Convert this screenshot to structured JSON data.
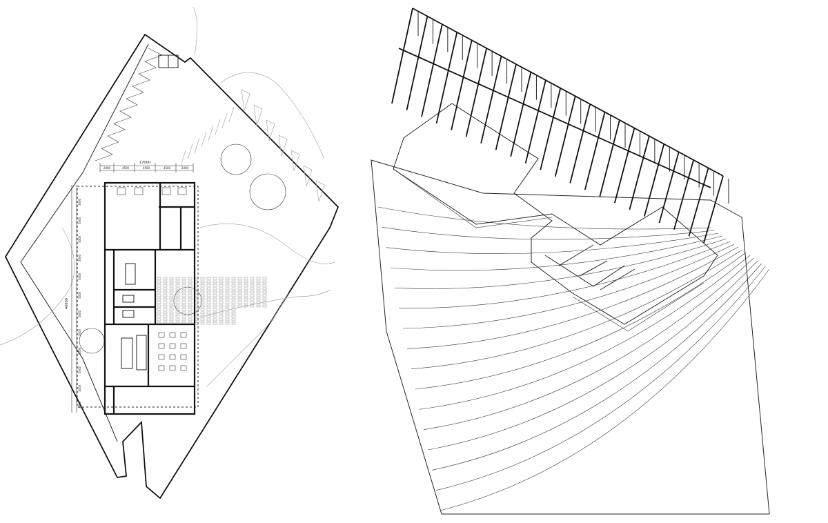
{
  "floor_plan": {
    "overall_dimension": "17000",
    "segment_dimensions": [
      "2000",
      "4500",
      "4500",
      "4500",
      "2000"
    ],
    "overall_vertical_dimension": "40000",
    "vertical_segment_dimensions": [
      "3000",
      "3000",
      "3000",
      "3000",
      "3000",
      "3000",
      "3000",
      "3000",
      "3000",
      "3000",
      "3000",
      "3000"
    ]
  },
  "axonometric": {
    "rafter_count": 22,
    "contour_count": 16
  }
}
